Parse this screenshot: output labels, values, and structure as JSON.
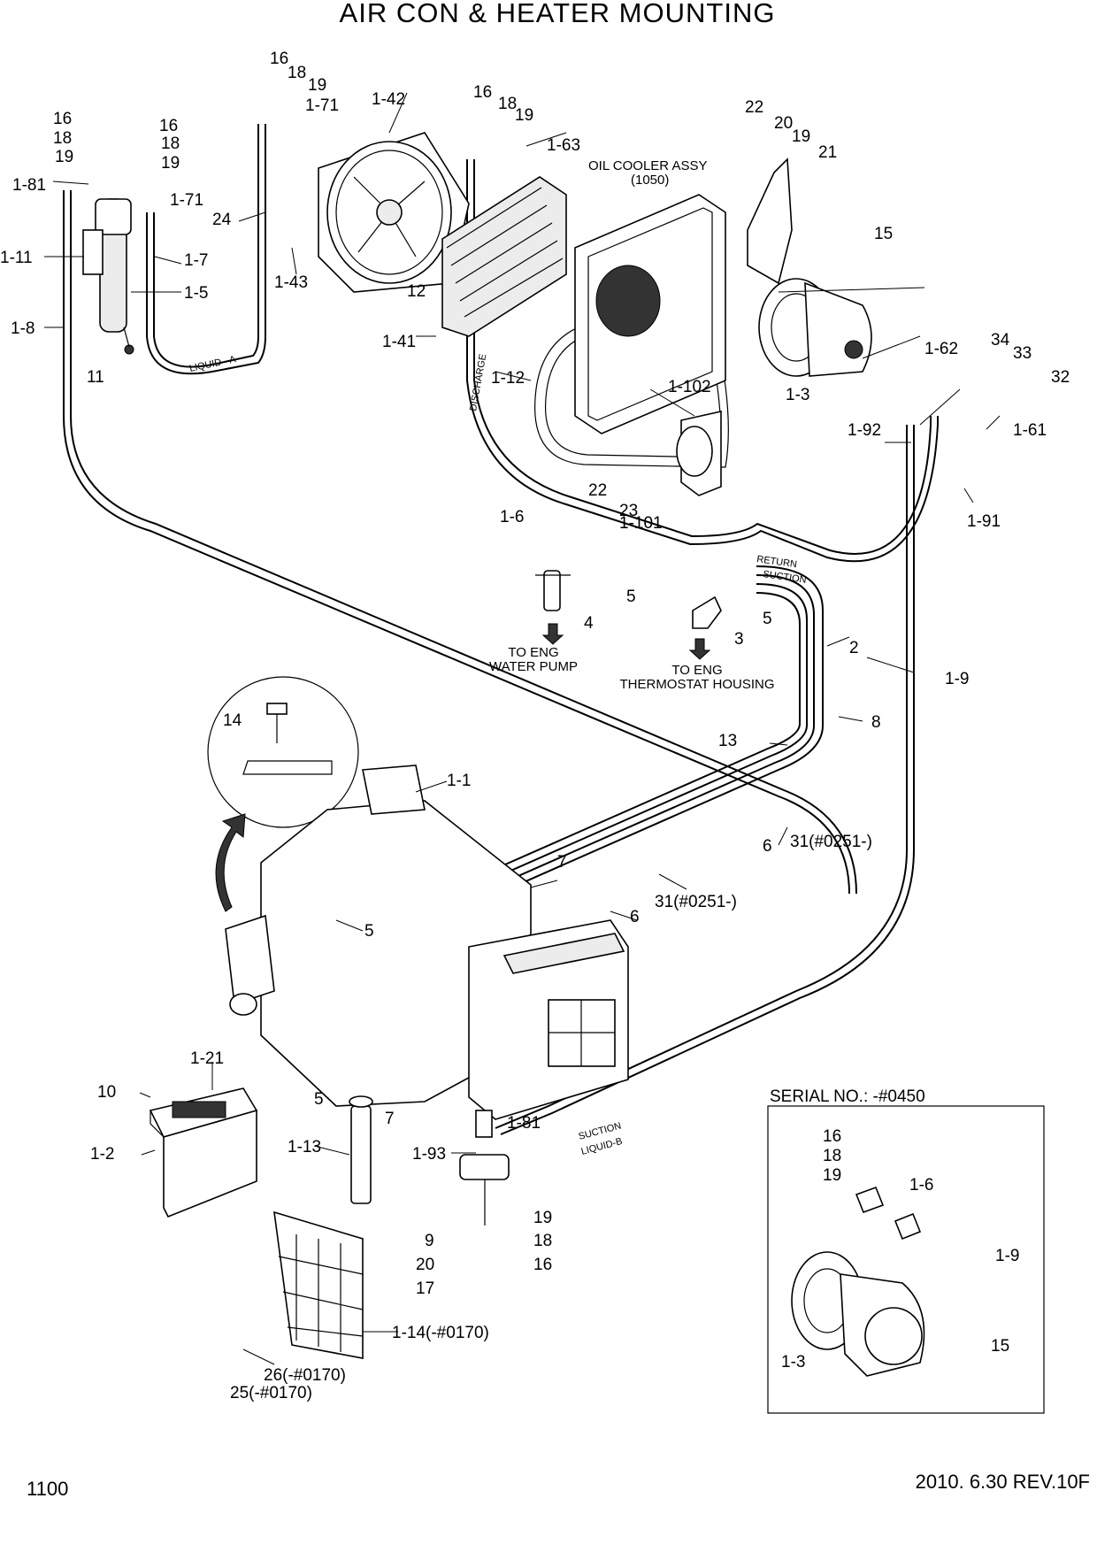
{
  "title": "AIR CON & HEATER MOUNTING",
  "page_number": "1100",
  "revision": "2010. 6.30  REV.10F",
  "notes": {
    "oil_cooler_line1": "OIL COOLER ASSY",
    "oil_cooler_line2": "(1050)",
    "to_eng_water_pump_line1": "TO ENG",
    "to_eng_water_pump_line2": "WATER PUMP",
    "to_eng_thermostat_line1": "TO ENG",
    "to_eng_thermostat_line2": "THERMOSTAT HOUSING"
  },
  "hose_markings": {
    "liquid_a": "LIQUID - A",
    "discharge": "DISCHARGE",
    "return": "RETURN",
    "suction_upper": "SUCTION",
    "suction_lower": "SUCTION",
    "liquid_b": "LIQUID-B"
  },
  "inset": {
    "title": "SERIAL NO.: -#0450",
    "labels": [
      "16",
      "18",
      "19",
      "1-6",
      "1-9",
      "15",
      "1-3"
    ]
  },
  "callouts": [
    "16",
    "18",
    "19",
    "1-71",
    "1-42",
    "16",
    "18",
    "19",
    "1-63",
    "16",
    "16",
    "18",
    "18",
    "19",
    "19",
    "1-81",
    "1-71",
    "1-11",
    "1-7",
    "1-5",
    "1-8",
    "11",
    "24",
    "1-43",
    "12",
    "1-41",
    "1-12",
    "22",
    "20",
    "19",
    "21",
    "15",
    "1-62",
    "34",
    "33",
    "32",
    "1-3",
    "1-92",
    "1-61",
    "1-91",
    "1-102",
    "22",
    "23",
    "1-101",
    "1-6",
    "5",
    "4",
    "3",
    "5",
    "2",
    "8",
    "13",
    "1-9",
    "14",
    "1-1",
    "7",
    "5",
    "6",
    "31(#0251-)",
    "6",
    "31(#0251-)",
    "1-21",
    "10",
    "1-2",
    "5",
    "7",
    "1-13",
    "1-81",
    "1-93",
    "19",
    "9",
    "18",
    "20",
    "16",
    "17",
    "1-14(-#0170)",
    "26(-#0170)",
    "25(-#0170)"
  ]
}
